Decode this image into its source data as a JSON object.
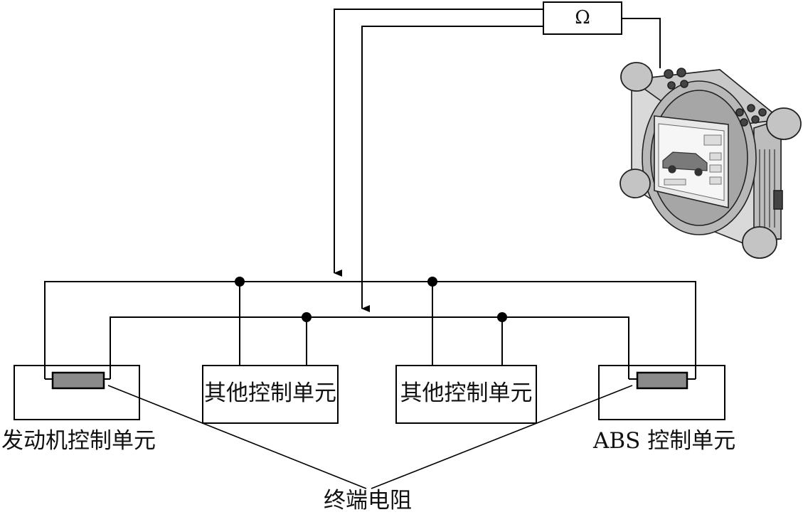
{
  "meter": {
    "symbol": "Ω"
  },
  "units": {
    "engine": "发动机控制单元",
    "other_1": "其他控制单元",
    "other_2": "其他控制单元",
    "abs": "ABS 控制单元"
  },
  "terminating_resistor_label": "终端电阻"
}
